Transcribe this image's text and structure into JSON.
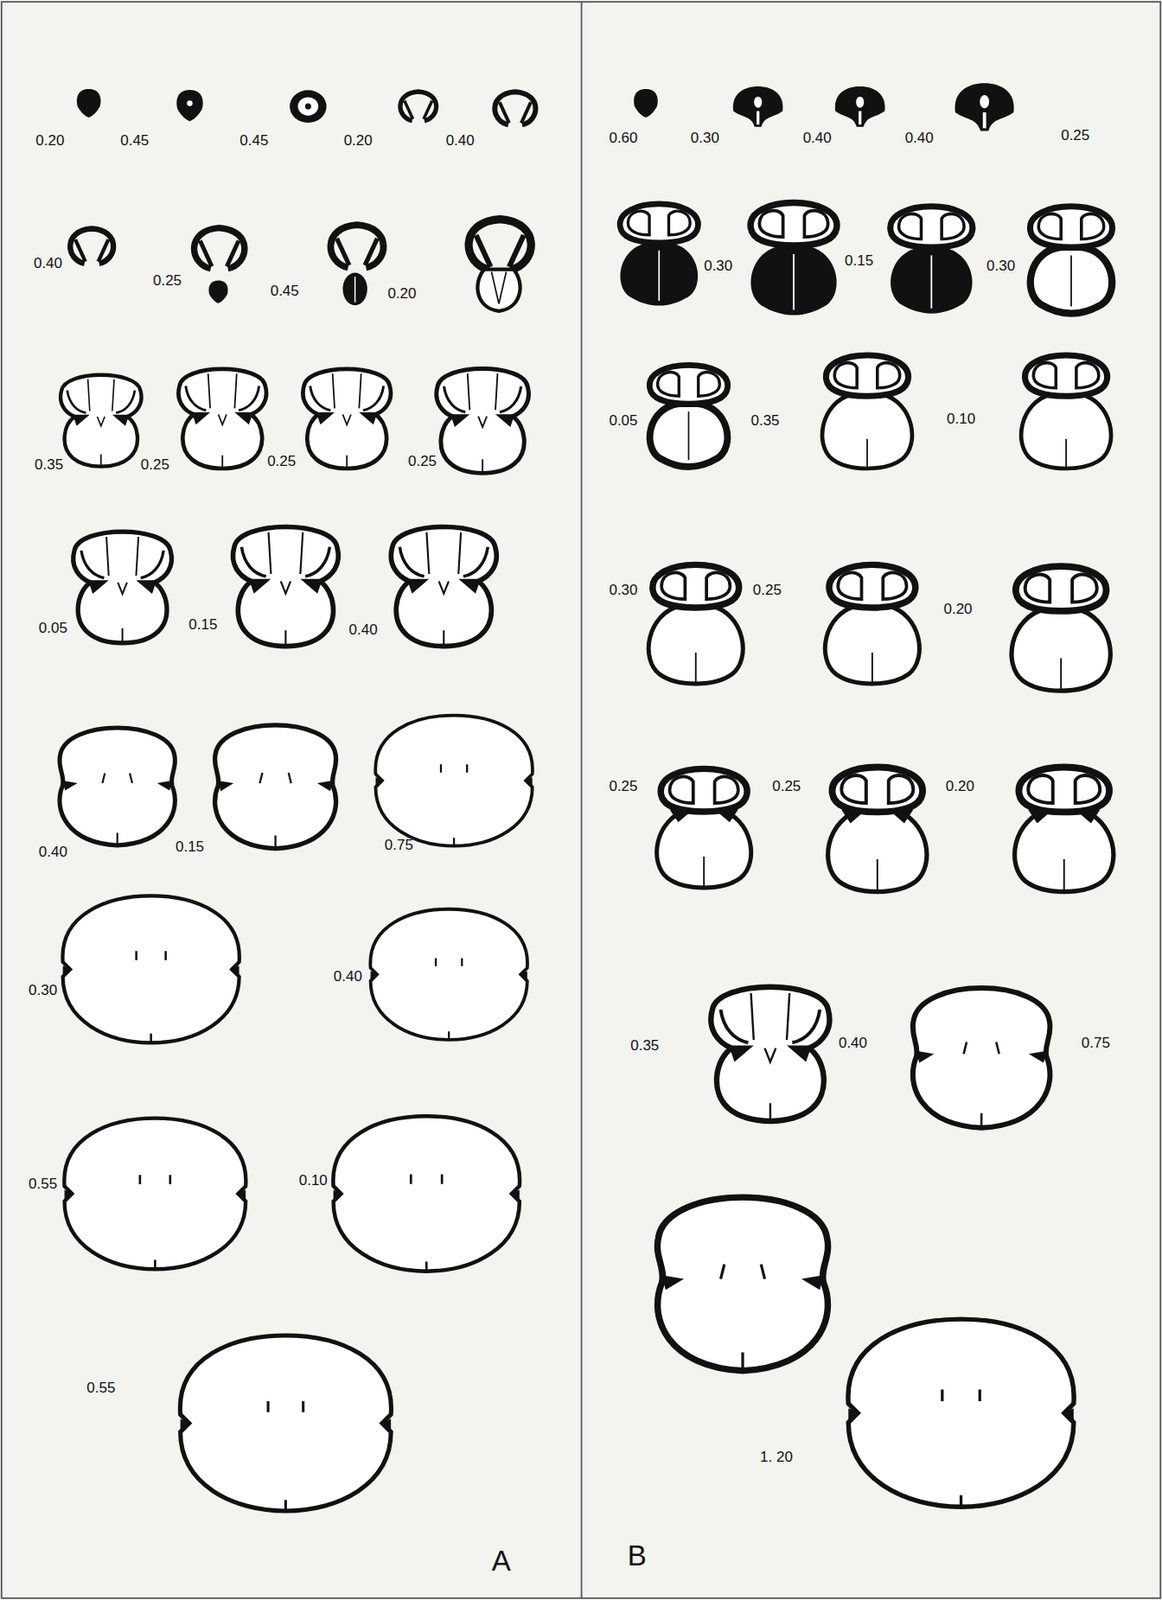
{
  "diagram": {
    "labels": [
      "0.20",
      "0.45",
      "0.45",
      "0.20",
      "0.40",
      "0.40",
      "0.25",
      "0.45",
      "0.20",
      "0.35",
      "0.25",
      "0.25",
      "0.25",
      "0.05",
      "0.15",
      "0.40",
      "0.40",
      "0.15",
      "0.75",
      "0.30",
      "0.40",
      "0.55",
      "0.10",
      "0.55",
      "A",
      "0.60",
      "0.30",
      "0.40",
      "0.40",
      "0.25",
      "0.30",
      "0.15",
      "0.30",
      "0.05",
      "0.35",
      "0.10",
      "0.30",
      "0.25",
      "0.20",
      "0.25",
      "0.25",
      "0.20",
      "0.35",
      "0.40",
      "0.75",
      "1. 20",
      "B"
    ]
  }
}
